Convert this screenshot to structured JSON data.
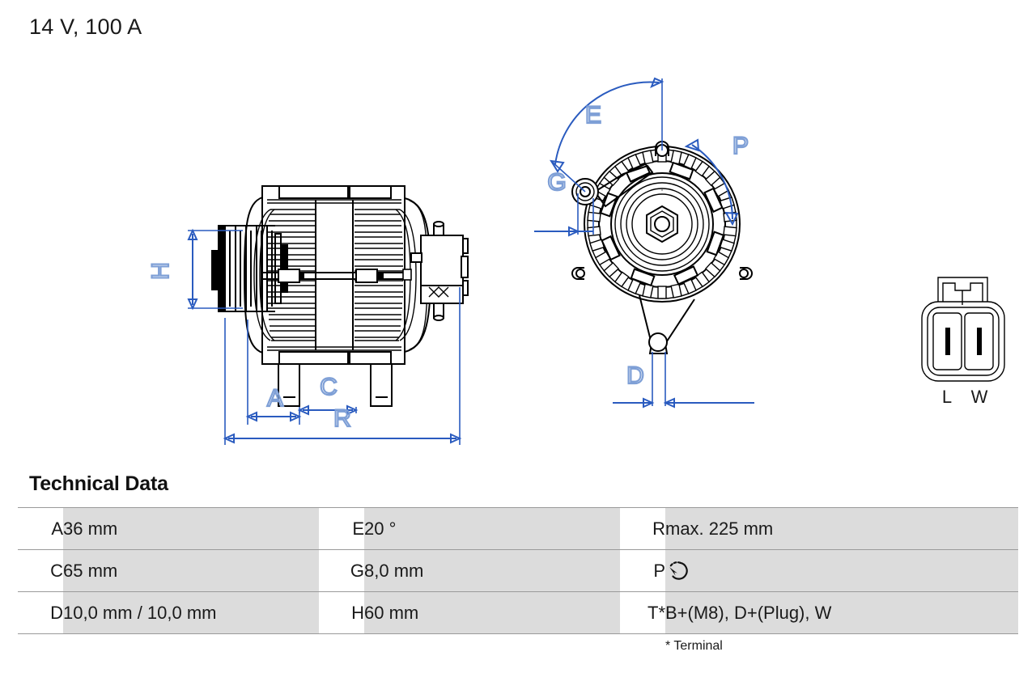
{
  "page": {
    "title": "14 V, 100 A",
    "voltage": "14 V",
    "current": "100 A"
  },
  "colors": {
    "dimension_line": "#2a5bbf",
    "dimension_label": "#7e9fd6",
    "part_outline": "#000000",
    "table_value_bg": "#dcdcdc",
    "table_key_bg": "#ffffff",
    "table_rule": "#9a9a9a",
    "text": "#1a1a1a"
  },
  "drawing": {
    "side_view": {
      "name": "alternator-side-view",
      "dimension_labels": [
        "H",
        "A",
        "C",
        "R"
      ]
    },
    "front_view": {
      "name": "alternator-front-view",
      "dimension_labels": [
        "E",
        "G",
        "P",
        "D"
      ]
    },
    "connector": {
      "name": "connector-plug",
      "pin_labels": [
        "L",
        "W"
      ]
    }
  },
  "tech": {
    "heading": "Technical Data",
    "footnote": "* Terminal",
    "rows": [
      {
        "k1": "A",
        "v1": "36 mm",
        "k2": "E",
        "v2": "20 °",
        "k3": "R",
        "v3": "max. 225 mm"
      },
      {
        "k1": "C",
        "v1": "65 mm",
        "k2": "G",
        "v2": "8,0 mm",
        "k3": "P",
        "v3": ""
      },
      {
        "k1": "D",
        "v1": "10,0 mm / 10,0 mm",
        "k2": "H",
        "v2": "60 mm",
        "k3": "T*",
        "v3": "B+(M8), D+(Plug), W"
      }
    ],
    "rotation_icon": "counterclockwise-rotation-icon"
  }
}
